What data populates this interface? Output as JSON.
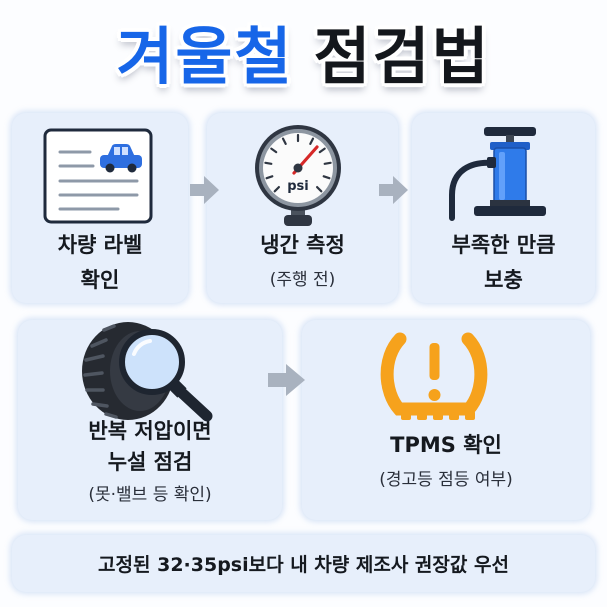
{
  "title": {
    "part1": "겨울철",
    "part2": "점검법"
  },
  "colors": {
    "title_blue": "#1766e8",
    "title_dark": "#14171c",
    "card_background": "#e7effb",
    "arrow_gray": "#a9b2bf",
    "pump_blue": "#2f7bea",
    "car_blue": "#2e6fe0",
    "warning_orange": "#f6a21c",
    "needle_red": "#d62828"
  },
  "steps": [
    {
      "icon": "vehicle-label-icon",
      "lines": [
        "차량 라벨",
        "확인"
      ]
    },
    {
      "icon": "pressure-gauge-icon",
      "lines": [
        "냉간 측정"
      ],
      "sub": "(주행 전)",
      "gauge_unit": "psi"
    },
    {
      "icon": "tire-pump-icon",
      "lines": [
        "부족한 만큼",
        "보충"
      ]
    },
    {
      "icon": "tire-magnifier-icon",
      "lines": [
        "반복 저압이면",
        "누설 점검"
      ],
      "sub": "(못·밸브 등 확인)"
    },
    {
      "icon": "tpms-warning-icon",
      "lines": [
        "TPMS 확인"
      ],
      "sub": "(경고등 점등 여부)"
    }
  ],
  "connector_icon": "arrow-right-icon",
  "footer": {
    "note": "고정된 32·35psi보다 내 차량 제조사 권장값 우선"
  }
}
